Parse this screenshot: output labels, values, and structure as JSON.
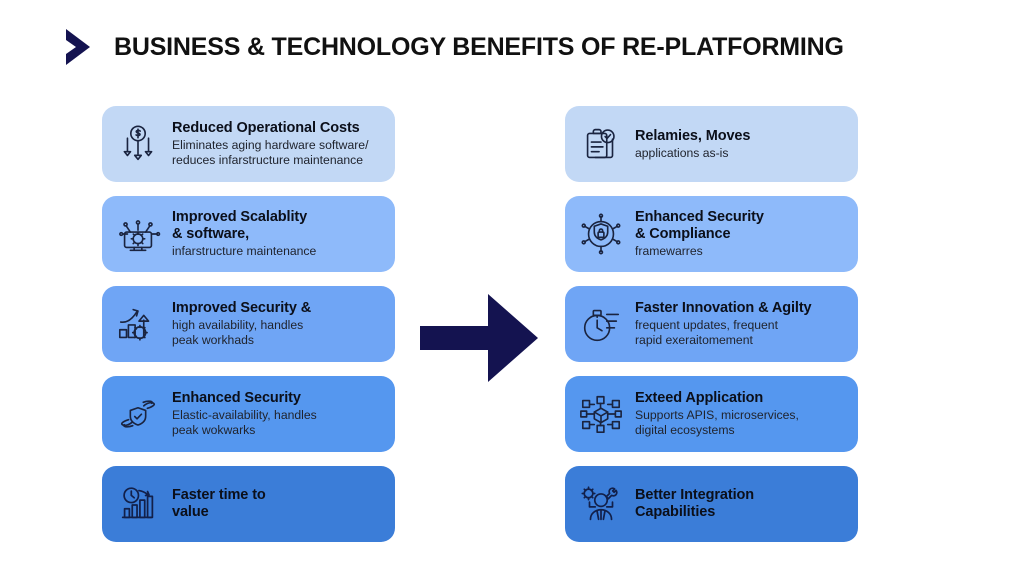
{
  "slide": {
    "background_color": "#ffffff",
    "title": "BUSINESS & TECHNOLOGY BENEFITS OF RE-PLATFORMING",
    "title_color": "#111111",
    "accent_navy": "#141350",
    "chevron_icon": "chevron-right-icon",
    "center_arrow_icon": "arrow-right-icon"
  },
  "palette": {
    "step1": "#c2d8f5",
    "step2": "#8ebafa",
    "step3": "#6fa5f5",
    "step4": "#5597ef",
    "step5": "#3b7dd8"
  },
  "left_column": {
    "cards": [
      {
        "icon": "cost-reduction-icon",
        "title": "Reduced Operational Costs",
        "subtitle": "Eliminates aging hardware software/\nreduces infarstructure maintenance",
        "color": "#c2d8f5"
      },
      {
        "icon": "scalability-monitor-icon",
        "title": "Improved Scalablity\n& software,",
        "subtitle": "infarstructure maintenance",
        "color": "#8ebafa"
      },
      {
        "icon": "growth-chart-gear-icon",
        "title": "Improved Security &",
        "subtitle": "high availability, handles\npeak workhads",
        "color": "#6fa5f5"
      },
      {
        "icon": "hands-shield-icon",
        "title": "Enhanced Security",
        "subtitle": "Elastic-availability, handles\npeak wokwarks",
        "color": "#5597ef"
      },
      {
        "icon": "speed-bar-chart-icon",
        "title": "Faster time to\nvalue",
        "subtitle": "",
        "color": "#3b7dd8"
      }
    ]
  },
  "right_column": {
    "cards": [
      {
        "icon": "clipboard-check-icon",
        "title": "Relamies, Moves",
        "subtitle": "applications as-is",
        "color": "#c2d8f5"
      },
      {
        "icon": "security-lock-network-icon",
        "title": "Enhanced Security\n& Compliance",
        "subtitle": "framewarres",
        "color": "#8ebafa"
      },
      {
        "icon": "stopwatch-icon",
        "title": "Faster Innovation & Agilty",
        "subtitle": "frequent updates, frequent\nrapid exeraitomement",
        "color": "#6fa5f5"
      },
      {
        "icon": "network-nodes-cube-icon",
        "title": "Exteed Application",
        "subtitle": "Supports APIS, microservices,\ndigital ecosystems",
        "color": "#5597ef"
      },
      {
        "icon": "person-gear-wrench-icon",
        "title": "Better Integration\nCapabilities",
        "subtitle": "",
        "color": "#3b7dd8"
      }
    ]
  }
}
